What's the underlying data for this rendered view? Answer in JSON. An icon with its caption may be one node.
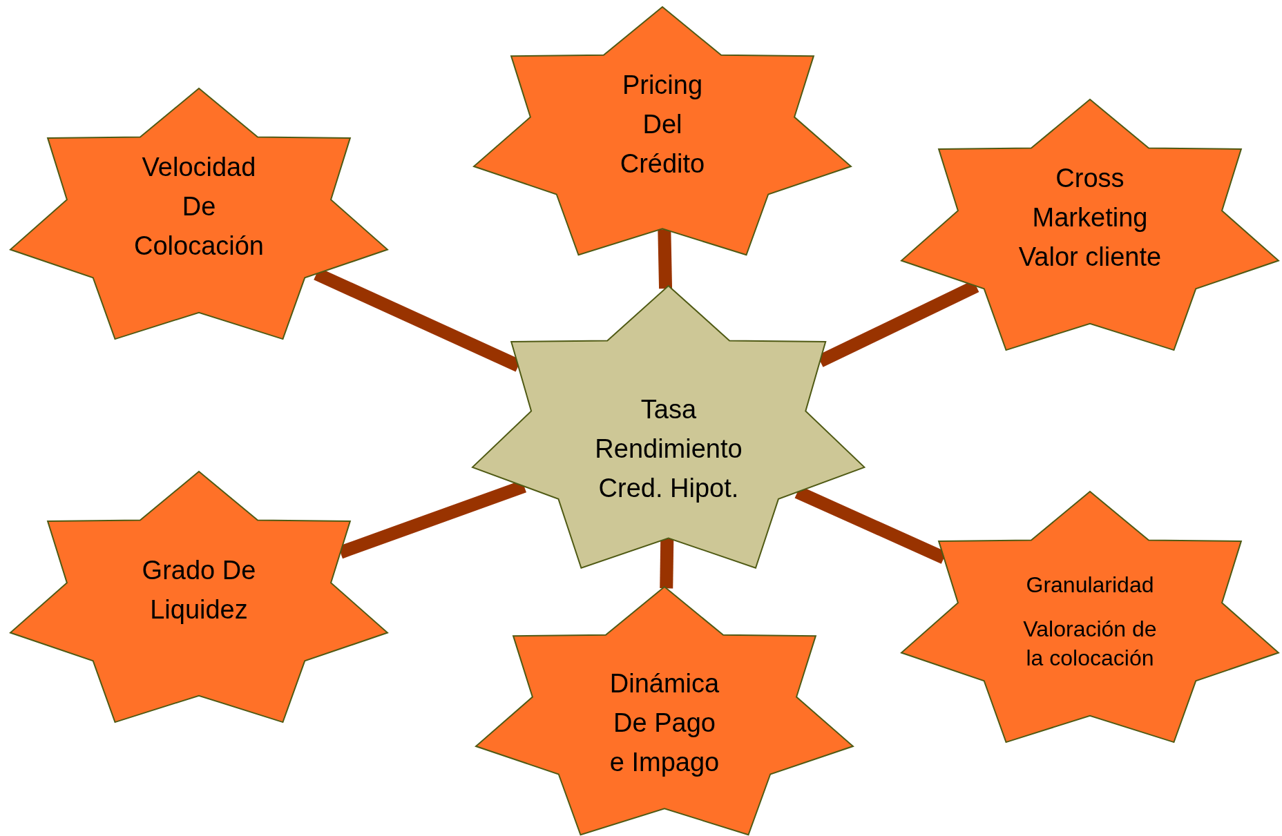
{
  "diagram": {
    "nodes": [
      {
        "text": [
          "Pricing Del Crédito"
        ]
      },
      {
        "text": [
          "Velocidad De Colocación"
        ]
      },
      {
        "text": [
          "Cross Marketing Valor cliente"
        ]
      },
      {
        "text": [
          "Tasa Rendimiento Cred. Hipot."
        ]
      },
      {
        "text": [
          "Grado De Liquidez"
        ]
      },
      {
        "text": [
          "Granularidad",
          "Valoración de la colocación"
        ]
      },
      {
        "text": [
          "Dinámica De Pago e Impago"
        ]
      }
    ],
    "edges": [
      {
        "from": 3,
        "to": 0,
        "arrow": "none"
      },
      {
        "from": 3,
        "to": 1,
        "arrow": "none"
      },
      {
        "from": 3,
        "to": 2,
        "arrow": "none"
      },
      {
        "from": 3,
        "to": 4,
        "arrow": "none"
      },
      {
        "from": 3,
        "to": 5,
        "arrow": "none"
      },
      {
        "from": 3,
        "to": 6,
        "arrow": "none"
      }
    ]
  }
}
